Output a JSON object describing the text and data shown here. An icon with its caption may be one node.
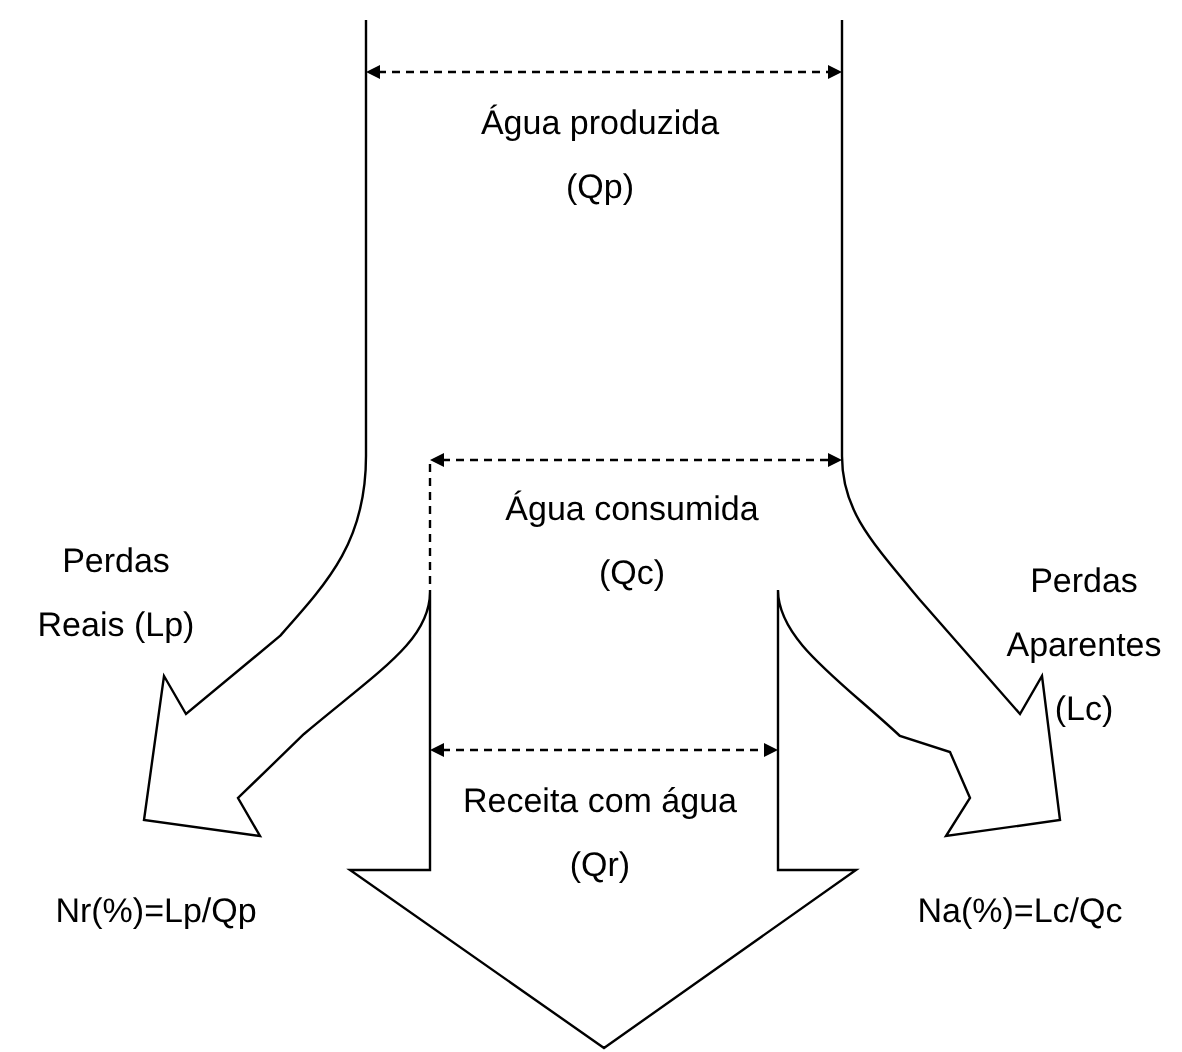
{
  "diagram": {
    "labels": [
      "Água produzida (Qp)",
      "Água consumida (Qc)",
      "Perdas Reais (Lp)",
      "Perdas Aparentes (Lc)",
      "Receita com água (Qr)",
      "Nr(%)=Lp/Qp",
      "Na(%)=Lc/Qc"
    ]
  }
}
